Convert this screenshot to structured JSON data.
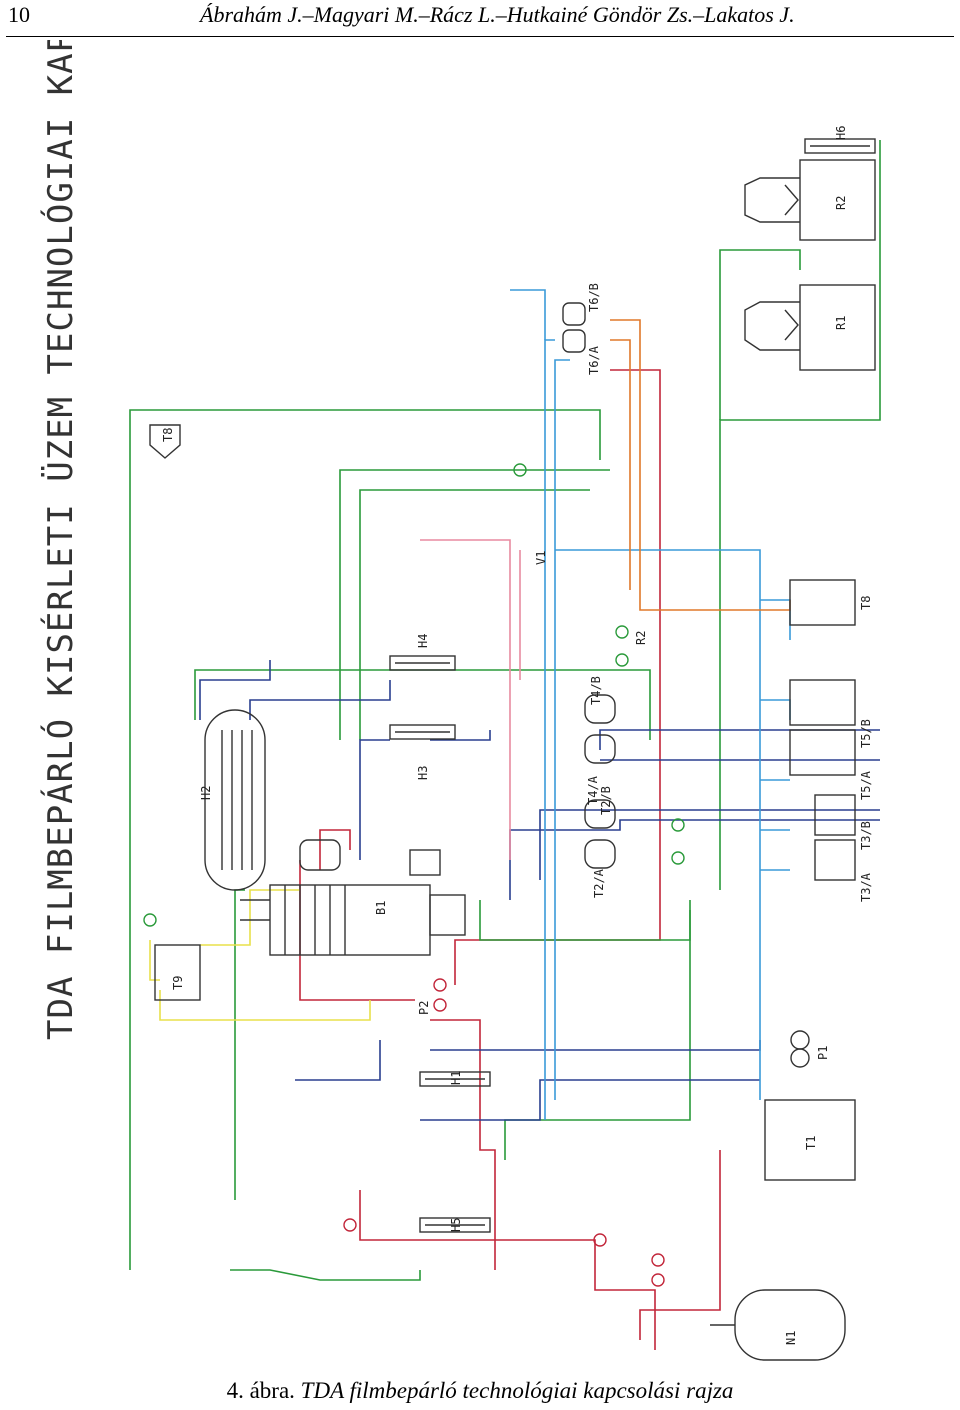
{
  "header": {
    "page_number": "10",
    "authors": "Ábrahám J.–Magyari M.–Rácz L.–Hutkainé Göndör Zs.–Lakatos J."
  },
  "diagram": {
    "title": "TDA FILMBEPÁRLÓ KISÉRLETI ÜZEM TECHNOLÓGIAI KAPCSOLÁS   P&I",
    "colors": {
      "nitrogen_line": "#c2263a",
      "cooling_line": "#2a9a3a",
      "product_line": "#2a3f8f",
      "vacuum_line": "#3a9ad8",
      "heating_line": "#e0782a",
      "aux_line": "#e8e04a",
      "vent_line": "#e88aa0"
    },
    "equipment": {
      "n1": "N1",
      "t1": "T1",
      "p1": "P1",
      "h1": "H1",
      "h5": "H5",
      "t9": "T9",
      "p2": "P2",
      "b1": "B1",
      "h2": "H2",
      "h3": "H3",
      "h4": "H4",
      "t8_top": "T8",
      "v1": "V1",
      "t2a": "T2/A",
      "t2b": "T2/B",
      "t4a": "T4/A",
      "t4b": "T4/B",
      "r2_inst": "R2",
      "t6a": "T6/A",
      "t6b": "T6/B",
      "t3a": "T3/A",
      "t3b": "T3/B",
      "t5a": "T5/A",
      "t5b": "T5/B",
      "t8_tank": "T8",
      "r1": "R1",
      "r2": "R2",
      "h6": "H6"
    }
  },
  "caption": {
    "number": "4. ábra.",
    "text": "TDA filmbepárló technológiai kapcsolási rajza"
  }
}
